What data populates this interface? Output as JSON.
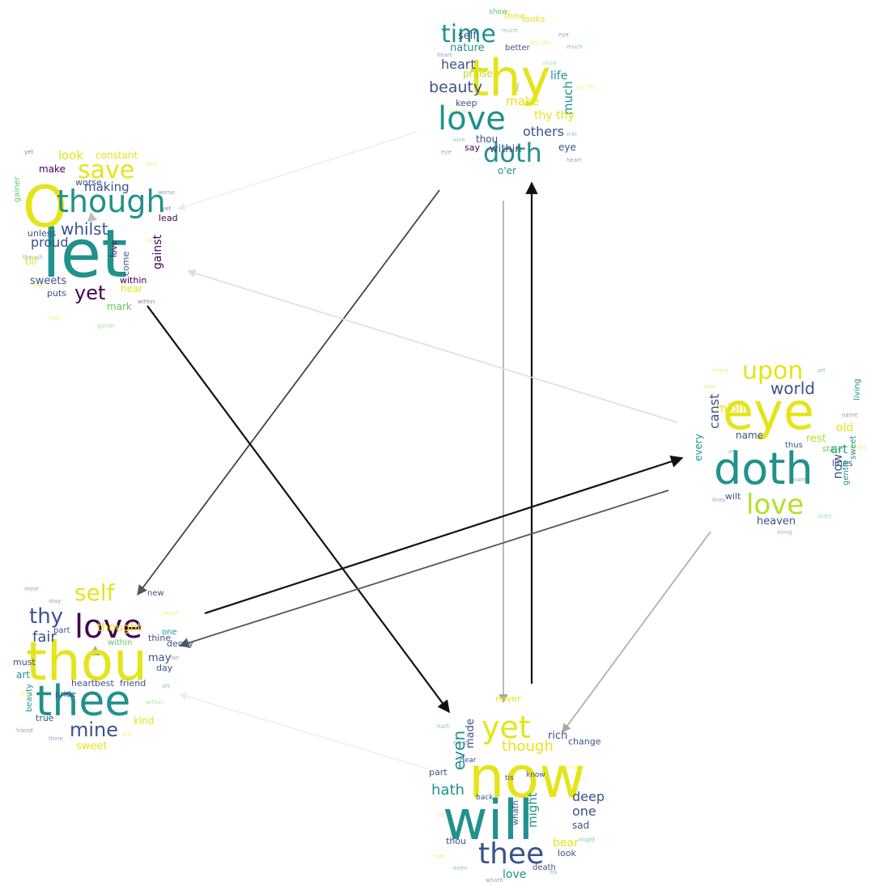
{
  "palette": {
    "c1": "#440154",
    "c2": "#3b528b",
    "c3": "#21918c",
    "c4": "#5ec962",
    "c5": "#e5e419",
    "c6": "#b5de2b",
    "c7": "#31688e",
    "c8": "#35b779"
  },
  "nodes": [
    {
      "id": "top",
      "words": [
        {
          "text": "thy",
          "color": "c5"
        },
        {
          "text": "time",
          "color": "c3"
        },
        {
          "text": "love",
          "color": "c3"
        },
        {
          "text": "doth",
          "color": "c3"
        },
        {
          "text": "beauty",
          "color": "c2"
        },
        {
          "text": "heart",
          "color": "c2"
        },
        {
          "text": "nature",
          "color": "c3"
        },
        {
          "text": "life",
          "color": "c3"
        },
        {
          "text": "much",
          "color": "c3"
        },
        {
          "text": "make",
          "color": "c5"
        },
        {
          "text": "others",
          "color": "c2"
        },
        {
          "text": "thy thy",
          "color": "c5"
        },
        {
          "text": "thou",
          "color": "c2"
        },
        {
          "text": "within",
          "color": "c2"
        },
        {
          "text": "eye",
          "color": "c2"
        },
        {
          "text": "self",
          "color": "c2"
        },
        {
          "text": "looks",
          "color": "c5"
        },
        {
          "text": "praise",
          "color": "c6"
        },
        {
          "text": "keep",
          "color": "c2"
        },
        {
          "text": "say",
          "color": "c1"
        },
        {
          "text": "o'er",
          "color": "c3"
        },
        {
          "text": "better",
          "color": "c2"
        },
        {
          "text": "thine",
          "color": "c5"
        },
        {
          "text": "show",
          "color": "c4"
        }
      ]
    },
    {
      "id": "upper-left",
      "words": [
        {
          "text": "let",
          "color": "c3"
        },
        {
          "text": "O",
          "color": "c5"
        },
        {
          "text": "though",
          "color": "c3"
        },
        {
          "text": "save",
          "color": "c5"
        },
        {
          "text": "whilst",
          "color": "c2"
        },
        {
          "text": "yet",
          "color": "c1"
        },
        {
          "text": "proud",
          "color": "c2"
        },
        {
          "text": "making",
          "color": "c2"
        },
        {
          "text": "look",
          "color": "c5"
        },
        {
          "text": "constant",
          "color": "c5"
        },
        {
          "text": "make",
          "color": "c1"
        },
        {
          "text": "worse",
          "color": "c2"
        },
        {
          "text": "gainst",
          "color": "c1"
        },
        {
          "text": "sweets",
          "color": "c2"
        },
        {
          "text": "till",
          "color": "c5"
        },
        {
          "text": "unless",
          "color": "c2"
        },
        {
          "text": "lead",
          "color": "c1"
        },
        {
          "text": "hear",
          "color": "c5"
        },
        {
          "text": "mark",
          "color": "c4"
        },
        {
          "text": "puts",
          "color": "c2"
        },
        {
          "text": "within",
          "color": "c1"
        },
        {
          "text": "come",
          "color": "c2"
        },
        {
          "text": "love",
          "color": "c1"
        },
        {
          "text": "gainer",
          "color": "c4"
        }
      ]
    },
    {
      "id": "right",
      "words": [
        {
          "text": "eye",
          "color": "c5"
        },
        {
          "text": "doth",
          "color": "c3"
        },
        {
          "text": "love",
          "color": "c6"
        },
        {
          "text": "upon",
          "color": "c5"
        },
        {
          "text": "world",
          "color": "c2"
        },
        {
          "text": "might",
          "color": "c5"
        },
        {
          "text": "canst",
          "color": "c2"
        },
        {
          "text": "old",
          "color": "c5"
        },
        {
          "text": "art",
          "color": "c3"
        },
        {
          "text": "now",
          "color": "c2"
        },
        {
          "text": "rest",
          "color": "c6"
        },
        {
          "text": "name",
          "color": "c2"
        },
        {
          "text": "every",
          "color": "c3"
        },
        {
          "text": "heaven",
          "color": "c2"
        },
        {
          "text": "lines",
          "color": "c2"
        },
        {
          "text": "wilt",
          "color": "c2"
        },
        {
          "text": "gentle",
          "color": "c3"
        },
        {
          "text": "living",
          "color": "c3"
        },
        {
          "text": "thus",
          "color": "c2"
        },
        {
          "text": "sweet",
          "color": "c3"
        },
        {
          "text": "state",
          "color": "c4"
        }
      ]
    },
    {
      "id": "lower-left",
      "words": [
        {
          "text": "thou",
          "color": "c5"
        },
        {
          "text": "thee",
          "color": "c3"
        },
        {
          "text": "love",
          "color": "c1"
        },
        {
          "text": "self",
          "color": "c5"
        },
        {
          "text": "thy",
          "color": "c2"
        },
        {
          "text": "mine",
          "color": "c2"
        },
        {
          "text": "fair",
          "color": "c2"
        },
        {
          "text": "thought",
          "color": "c5"
        },
        {
          "text": "may",
          "color": "c2"
        },
        {
          "text": "day",
          "color": "c2"
        },
        {
          "text": "decay",
          "color": "c2"
        },
        {
          "text": "sweet",
          "color": "c5"
        },
        {
          "text": "true",
          "color": "c2"
        },
        {
          "text": "beauty",
          "color": "c3"
        },
        {
          "text": "art",
          "color": "c3"
        },
        {
          "text": "must",
          "color": "c2"
        },
        {
          "text": "best",
          "color": "c2"
        },
        {
          "text": "friend",
          "color": "c2"
        },
        {
          "text": "kind",
          "color": "c5"
        },
        {
          "text": "heart",
          "color": "c2"
        },
        {
          "text": "thine",
          "color": "c2"
        },
        {
          "text": "one",
          "color": "c3"
        },
        {
          "text": "part",
          "color": "c2"
        },
        {
          "text": "within",
          "color": "c4"
        },
        {
          "text": "new",
          "color": "c2"
        },
        {
          "text": "pride",
          "color": "c2"
        }
      ]
    },
    {
      "id": "bottom",
      "words": [
        {
          "text": "now",
          "color": "c5"
        },
        {
          "text": "will",
          "color": "c3"
        },
        {
          "text": "thee",
          "color": "c2"
        },
        {
          "text": "yet",
          "color": "c5"
        },
        {
          "text": "though",
          "color": "c5"
        },
        {
          "text": "hath",
          "color": "c3"
        },
        {
          "text": "even",
          "color": "c3"
        },
        {
          "text": "made",
          "color": "c2"
        },
        {
          "text": "deep",
          "color": "c2"
        },
        {
          "text": "one",
          "color": "c2"
        },
        {
          "text": "sad",
          "color": "c2"
        },
        {
          "text": "bear",
          "color": "c5"
        },
        {
          "text": "look",
          "color": "c2"
        },
        {
          "text": "love",
          "color": "c3"
        },
        {
          "text": "might",
          "color": "c3"
        },
        {
          "text": "rich",
          "color": "c2"
        },
        {
          "text": "change",
          "color": "c2"
        },
        {
          "text": "never",
          "color": "c5"
        },
        {
          "text": "thou",
          "color": "c2"
        },
        {
          "text": "part",
          "color": "c2"
        },
        {
          "text": "whath",
          "color": "c2"
        },
        {
          "text": "death",
          "color": "c2"
        },
        {
          "text": "know",
          "color": "c2"
        },
        {
          "text": "tis",
          "color": "c2"
        },
        {
          "text": "back",
          "color": "c2"
        },
        {
          "text": "dear",
          "color": "c2"
        }
      ]
    }
  ]
}
